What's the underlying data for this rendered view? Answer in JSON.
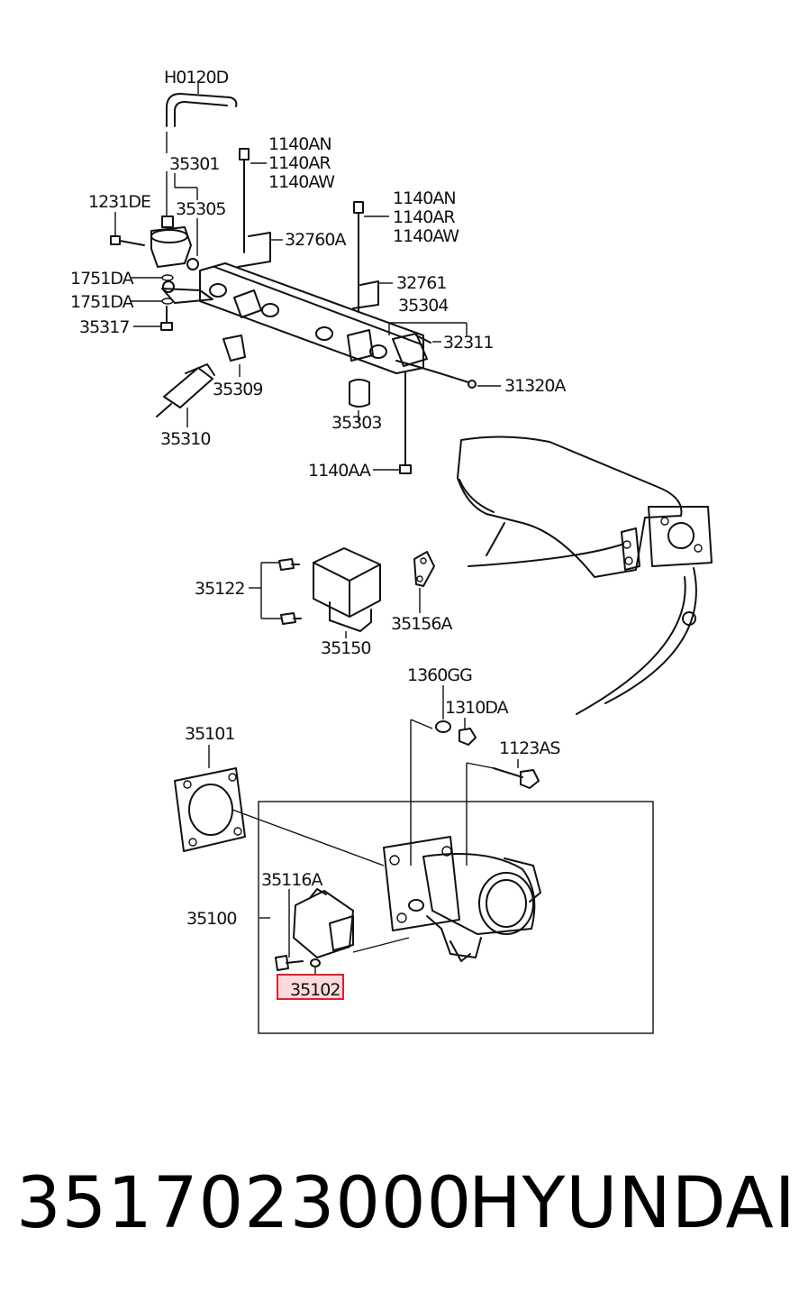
{
  "labels": {
    "h0120d": "H0120D",
    "p35301": "35301",
    "p35305": "35305",
    "p1231de": "1231DE",
    "p1140an_a": "1140AN",
    "p1140ar_a": "1140AR",
    "p1140aw_a": "1140AW",
    "p32760a": "32760A",
    "p1140an_b": "1140AN",
    "p1140ar_b": "1140AR",
    "p1140aw_b": "1140AW",
    "p1751da_a": "1751DA",
    "p1751da_b": "1751DA",
    "p32761": "32761",
    "p35304": "35304",
    "p35317": "35317",
    "p32311": "32311",
    "p35309": "35309",
    "p31320a": "31320A",
    "p35303": "35303",
    "p35310": "35310",
    "p1140aa": "1140AA",
    "p35122": "35122",
    "p35156a": "35156A",
    "p35150": "35150",
    "p1360gg": "1360GG",
    "p1310da": "1310DA",
    "p35101": "35101",
    "p1123as": "1123AS",
    "p35116a": "35116A",
    "p35100": "35100",
    "p35102": "35102"
  },
  "highlight": {
    "part": "35102",
    "color": "#e0202a",
    "fill": "#fbd9dc"
  },
  "footer": {
    "part_number": "3517023000",
    "brand": "HYUNDAI"
  }
}
